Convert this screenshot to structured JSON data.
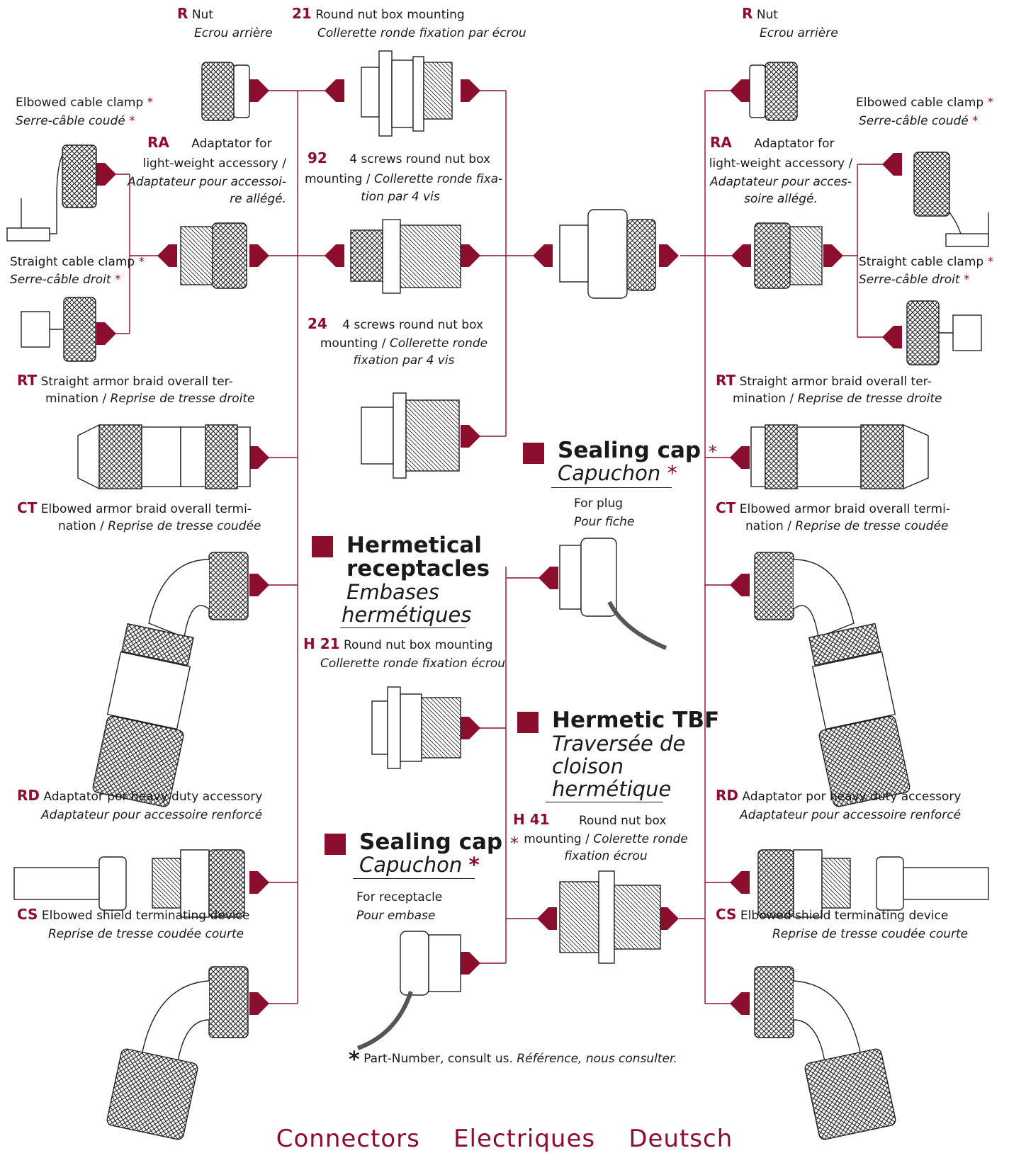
{
  "colors": {
    "accent": "#8b0e2f",
    "line": "#8b0e2f",
    "drawing": "#222222"
  },
  "left": {
    "r": {
      "code": "R",
      "en": "Nut",
      "fr": "Ecrou arrière"
    },
    "elbowed_clamp": {
      "en": "Elbowed cable clamp",
      "fr": "Serre-câble coudé",
      "star": "*"
    },
    "ra": {
      "code": "RA",
      "en1": "Adaptator for",
      "en2": "light-weight accessory /",
      "fr1": "Adaptateur pour accessoi-",
      "fr2": "re allégé."
    },
    "straight_clamp": {
      "en": "Straight cable clamp",
      "fr": "Serre-câble droit",
      "star": "*"
    },
    "rt": {
      "code": "RT",
      "en1": "Straight armor braid overall ter-",
      "en2": "mination /",
      "fr": "Reprise de tresse droite"
    },
    "ct": {
      "code": "CT",
      "en1": "Elbowed armor braid overall termi-",
      "en2": "nation /",
      "fr": "Reprise de tresse coudée"
    },
    "rd": {
      "code": "RD",
      "en": "Adaptator por heavy duty accessory",
      "fr": "Adaptateur pour accessoire renforcé"
    },
    "cs": {
      "code": "CS",
      "en": "Elbowed shield terminating device",
      "fr": "Reprise de tresse coudée courte"
    }
  },
  "right": {
    "r": {
      "code": "R",
      "en": "Nut",
      "fr": "Ecrou arrière"
    },
    "elbowed_clamp": {
      "en": "Elbowed cable clamp",
      "fr": "Serre-câble coudé",
      "star": "*"
    },
    "ra": {
      "code": "RA",
      "en1": "Adaptator for",
      "en2": "light-weight accessory /",
      "fr1": "Adaptateur pour acces-",
      "fr2": "soire allégé."
    },
    "straight_clamp": {
      "en": "Straight cable clamp",
      "fr": "Serre-câble droit",
      "star": "*"
    },
    "rt": {
      "code": "RT",
      "en1": "Straight armor braid overall ter-",
      "en2": "mination /",
      "fr": "Reprise de tresse droite"
    },
    "ct": {
      "code": "CT",
      "en1": "Elbowed armor braid overall termi-",
      "en2": "nation /",
      "fr": "Reprise de tresse coudée"
    },
    "rd": {
      "code": "RD",
      "en": "Adaptator por heavy duty accessory",
      "fr": "Adaptateur pour accessoire renforcé"
    },
    "cs": {
      "code": "CS",
      "en": "Elbowed shield terminating device",
      "fr": "Reprise de tresse coudée courte"
    }
  },
  "center": {
    "m21": {
      "code": "21",
      "en": "Round nut box mounting",
      "fr": "Collerette ronde fixation par écrou"
    },
    "m92": {
      "code": "92",
      "en1": "4 screws round nut box",
      "en2": "mounting /",
      "fr1": "Collerette ronde fixa-",
      "fr2": "tion par 4 vis"
    },
    "m24": {
      "code": "24",
      "en1": "4 screws round nut box",
      "en2": "mounting /",
      "fr1": "Collerette ronde",
      "fr2": "fixation par 4 vis"
    },
    "hermetical": {
      "en1": "Hermetical",
      "en2": "receptacles",
      "fr1": "Embases",
      "fr2": "hermétiques"
    },
    "h21": {
      "code": "H 21",
      "en": "Round nut box mounting",
      "fr": "Collerette ronde fixation écrou"
    },
    "cap_receptacle": {
      "en": "Sealing cap",
      "fr": "Capuchon",
      "star": "*",
      "sub_en": "For receptacle",
      "sub_fr": "Pour embase"
    },
    "cap_plug": {
      "en": "Sealing cap",
      "fr": "Capuchon",
      "star": "*",
      "sub_en": "For plug",
      "sub_fr": "Pour fiche"
    },
    "tbf": {
      "en": "Hermetic TBF",
      "fr1": "Traversée de",
      "fr2": "cloison",
      "fr3": "hermétique"
    },
    "h41": {
      "code": "H 41",
      "en1": "Round nut box",
      "en2": "mounting /",
      "fr1": "Colerette ronde",
      "fr2": "fixation écrou"
    }
  },
  "footnote": {
    "star": "*",
    "en": "Part-Number, consult us.",
    "fr": "Référence, nous consulter."
  },
  "footer": {
    "text": "Connectors    Electriques    Deutsch"
  }
}
